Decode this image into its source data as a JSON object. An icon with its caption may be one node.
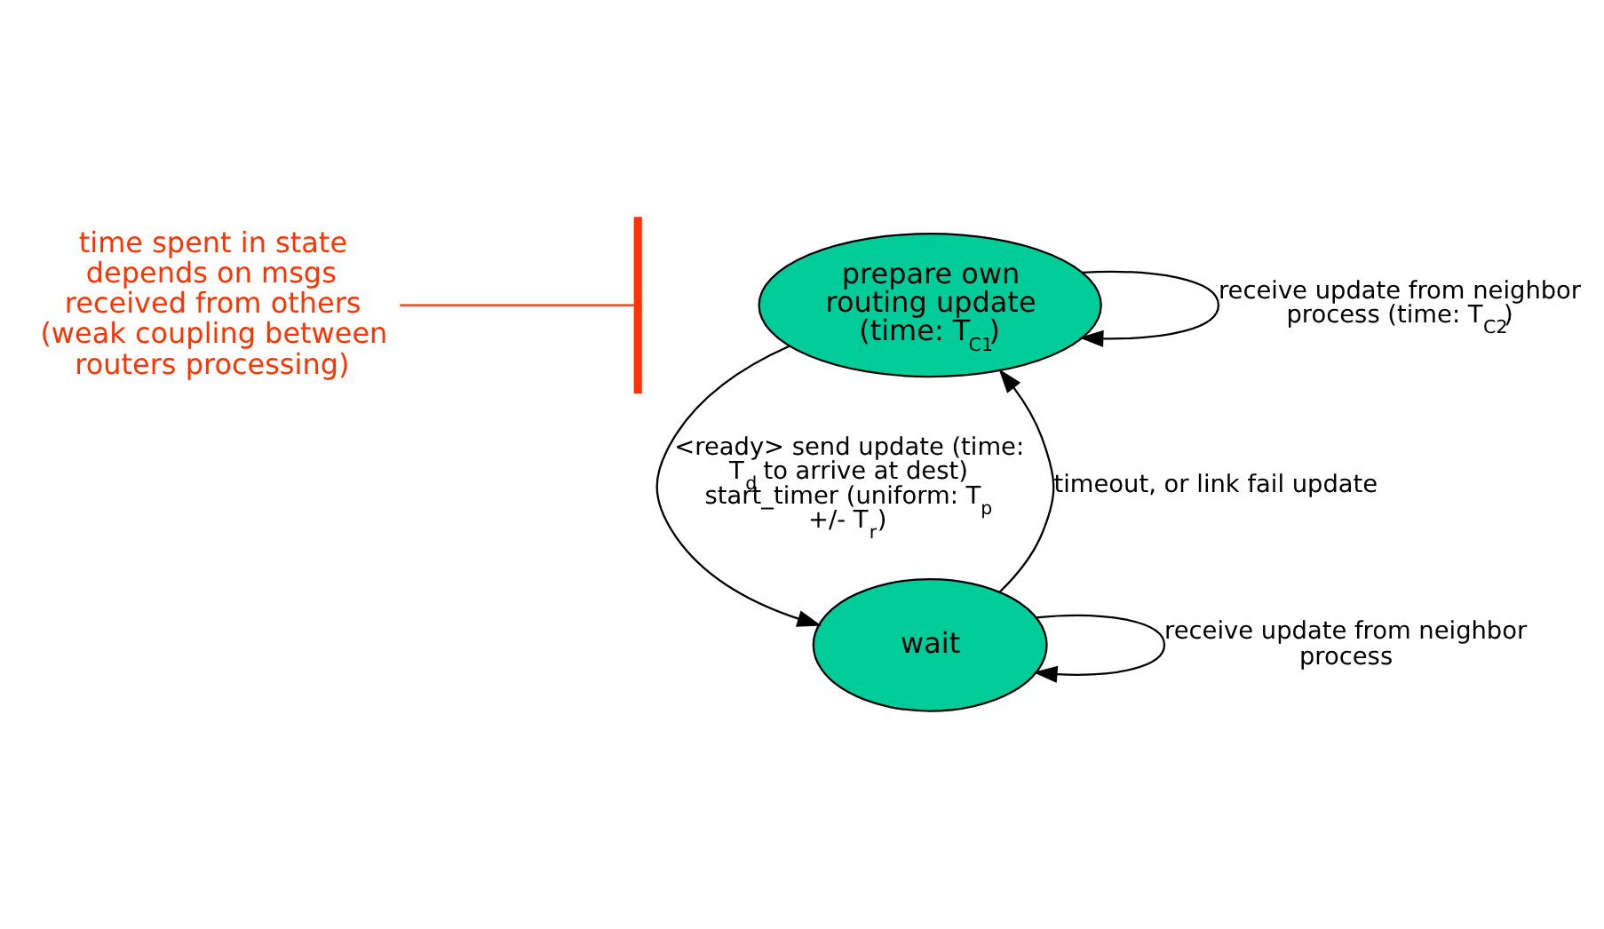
{
  "diagram": {
    "nodes": [
      {
        "text": [
          "prepare own routing update",
          "(time: T$_{C1}$)"
        ]
      },
      {
        "text": [
          "wait"
        ]
      },
      {
        "text": [
          "time spent in state depends on msgs received from others (weak coupling between routers processing)"
        ]
      },
      {
        "text": [],
        "shape": "bar"
      }
    ],
    "edges": [
      {
        "from": 0,
        "to": 0,
        "arrow": "to",
        "label": "receive update from neighbor process (time: T$_{C2}$)"
      },
      {
        "from": 0,
        "to": 1,
        "arrow": "to",
        "label": "<ready> send update (time: T$_{d}$ to arrive at dest) start_timer (uniform: T$_{p}$ +/- T$_{r}$)"
      },
      {
        "from": 1,
        "to": 0,
        "arrow": "to",
        "label": "timeout, or link fail update"
      },
      {
        "from": 1,
        "to": 1,
        "arrow": "to",
        "label": "receive update from neighbor process"
      },
      {
        "from": 2,
        "to": 3,
        "arrow": "none",
        "color": "#ff3300"
      }
    ]
  }
}
